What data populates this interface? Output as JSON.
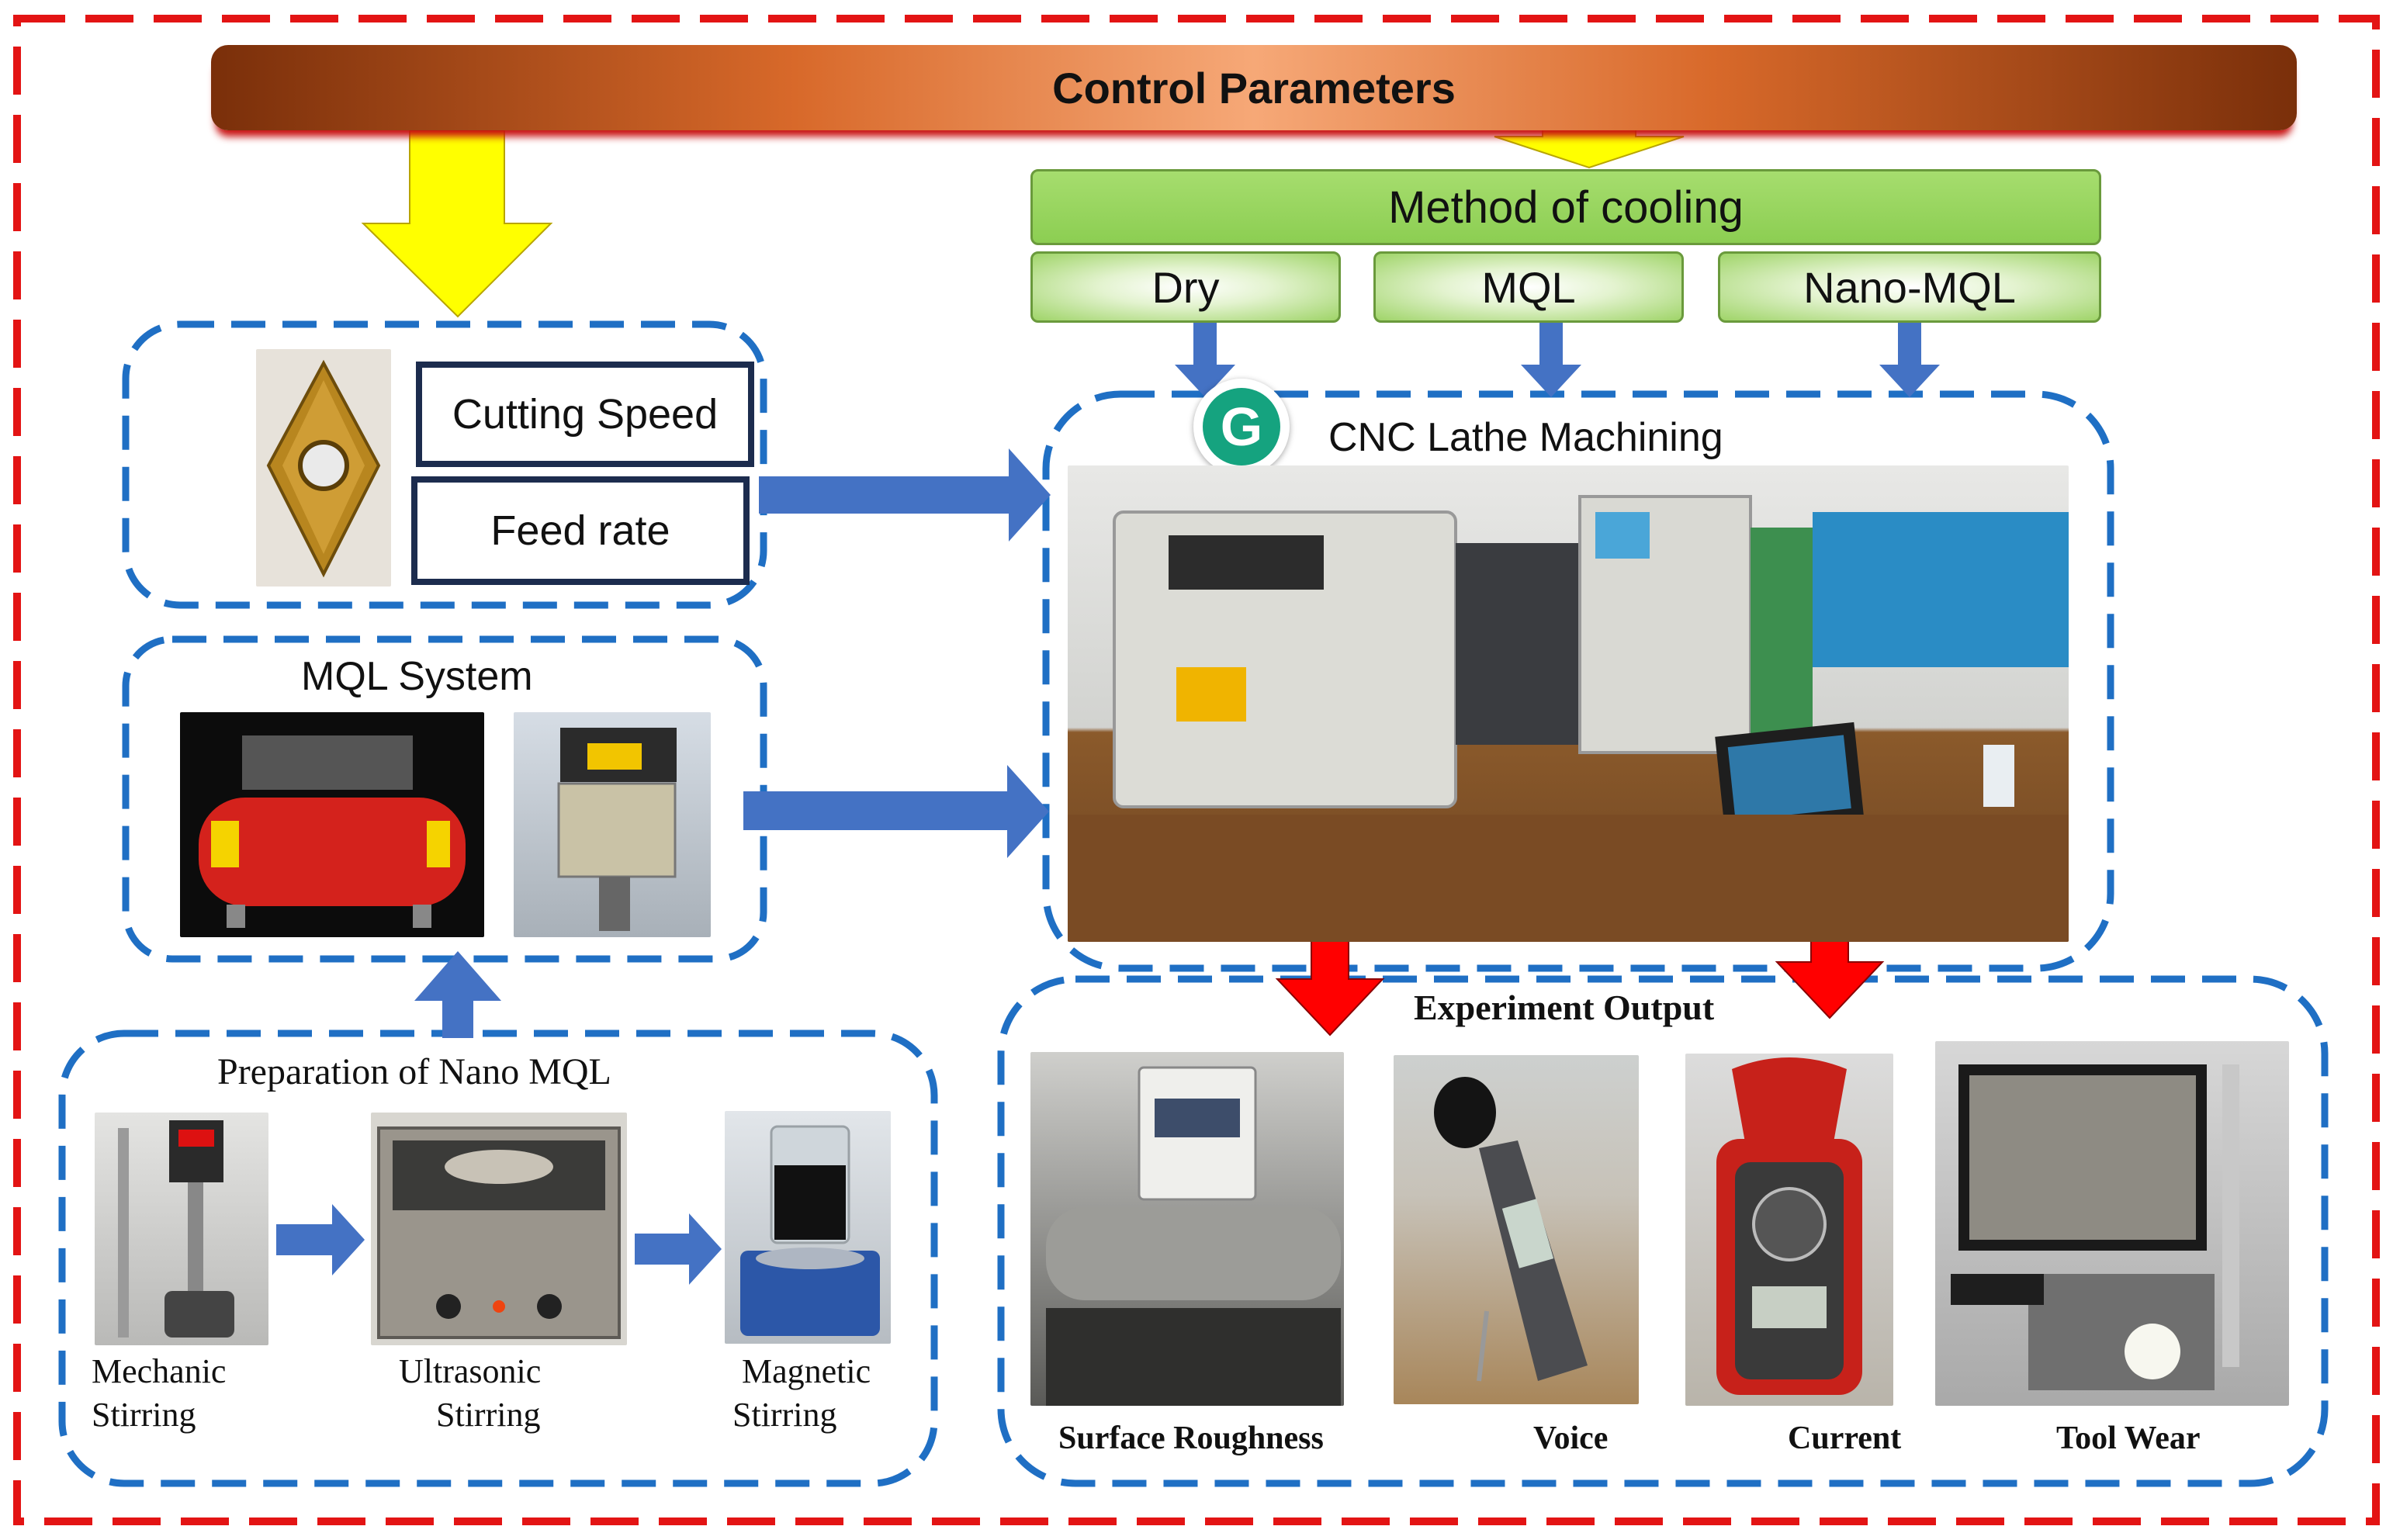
{
  "banner": {
    "title": "Control Parameters"
  },
  "cooling": {
    "title": "Method of cooling",
    "options": [
      "Dry",
      "MQL",
      "Nano-MQL"
    ]
  },
  "parameters": {
    "items": [
      "Cutting Speed",
      "Feed rate"
    ]
  },
  "mql_system": {
    "title": "MQL System"
  },
  "cnc": {
    "title": "CNC Lathe Machining",
    "badge_letter": "G"
  },
  "preparation": {
    "title": "Preparation of Nano MQL",
    "steps": [
      {
        "line1": "Mechanic",
        "line2": "Stirring"
      },
      {
        "line1": "Ultrasonic",
        "line2": "Stirring"
      },
      {
        "line1": "Magnetic",
        "line2": "Stirring"
      }
    ]
  },
  "output": {
    "title": "Experiment Output",
    "items": [
      "Surface Roughness",
      "Voice",
      "Current",
      "Tool Wear"
    ]
  },
  "colors": {
    "frame_red": "#e31414",
    "dash_blue": "#1f6fc4",
    "arrow_blue": "#4472c4",
    "arrow_yellow": "#ffff00",
    "arrow_red": "#ff0000",
    "cooling_green": "#92d050",
    "banner_brown": "#c55a11",
    "param_border": "#1c2c4e"
  }
}
